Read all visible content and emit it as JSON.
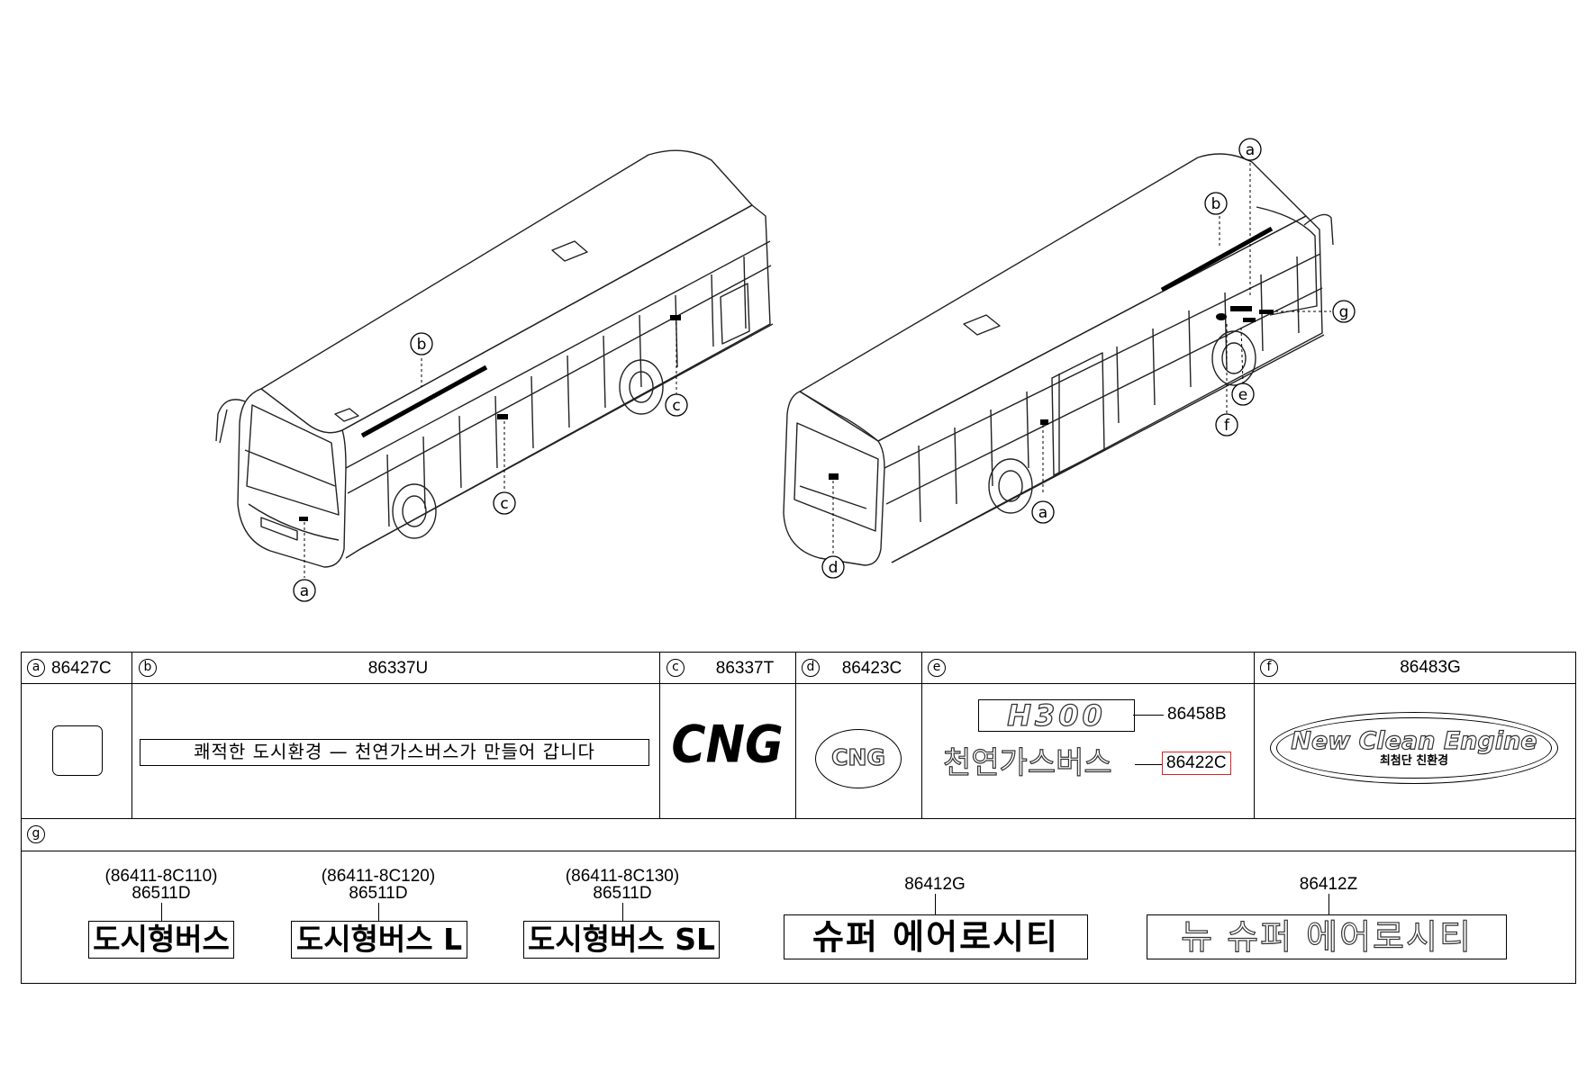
{
  "callouts": {
    "front": [
      "a",
      "b",
      "c",
      "c"
    ],
    "rear": [
      "a",
      "b",
      "g",
      "e",
      "f",
      "a",
      "d"
    ]
  },
  "legend": {
    "row1": [
      {
        "letter": "a",
        "part": "86427C"
      },
      {
        "letter": "b",
        "part": "86337U",
        "text": "쾌적한  도시환경 — 천연가스버스가  만들어  갑니다"
      },
      {
        "letter": "c",
        "part": "86337T",
        "text": "CNG"
      },
      {
        "letter": "d",
        "part": "86423C",
        "text": "CNG"
      },
      {
        "letter": "e",
        "sub": [
          {
            "part": "86458B",
            "text": "H300"
          },
          {
            "part": "86422C",
            "text": "천연가스버스",
            "highlight_color": "#e02020"
          }
        ]
      },
      {
        "letter": "f",
        "part": "86483G",
        "text": "New Clean Engine",
        "subtext": "최첨단 친환경"
      }
    ],
    "row2": {
      "letter": "g",
      "items": [
        {
          "alt": "(86411-8C110)",
          "part": "86511D",
          "text": "도시형버스"
        },
        {
          "alt": "(86411-8C120)",
          "part": "86511D",
          "text": "도시형버스 L"
        },
        {
          "alt": "(86411-8C130)",
          "part": "86511D",
          "text": "도시형버스 SL"
        },
        {
          "part": "86412G",
          "text": "슈퍼 에어로시티"
        },
        {
          "part": "86412Z",
          "text": "뉴 슈퍼 에어로시티"
        }
      ]
    }
  }
}
